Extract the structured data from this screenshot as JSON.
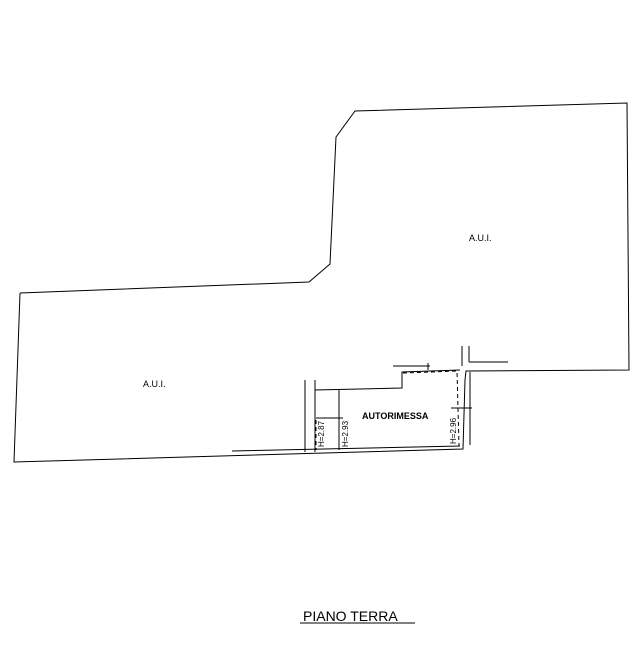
{
  "plan": {
    "area_upper_label": "A.U.I.",
    "area_lower_label": "A.U.I.",
    "garage_label": "AUTORIMESSA",
    "heights": [
      "H=2.87",
      "H=2.93",
      "H=2.96"
    ]
  },
  "title": "PIANO TERRA"
}
